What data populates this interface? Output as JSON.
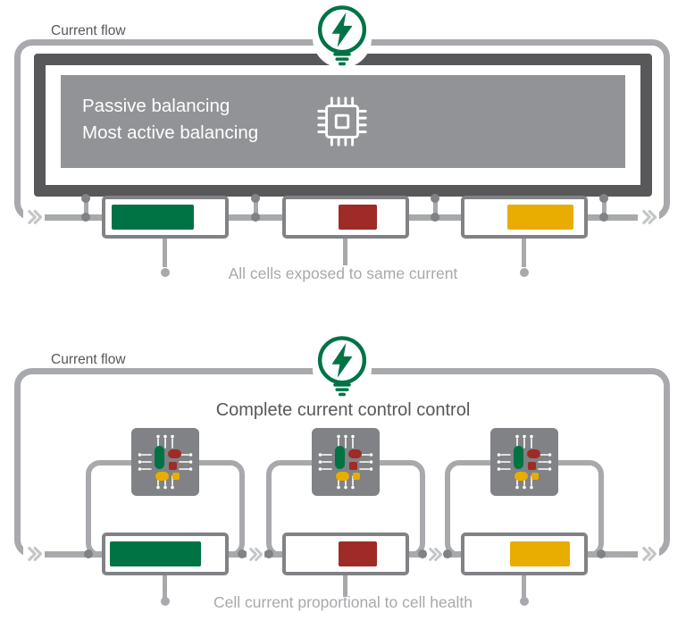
{
  "colors": {
    "wire_gray": "#A7A9AC",
    "dark_gray": "#58585B",
    "box_gray": "#919396",
    "module_gray": "#808285",
    "green": "#007345",
    "red": "#9E2B25",
    "yellow": "#E9AC00",
    "chevron_gray": "#C4C6C8",
    "caption_gray": "#A7A9AC"
  },
  "icons": {
    "lightbulb_bolt": "circle outline with lightning bolt and filament base",
    "cpu_chip": "white outlined processor with pins",
    "balancer_chip": "gray chip module with colored pinwheel logo and pin legs",
    "chevron": "double chevron marking current direction"
  },
  "top_panel": {
    "current_flow_label": "Current flow",
    "box_line1": "Passive balancing",
    "box_line2": "Most active balancing",
    "caption": "All cells exposed to same current",
    "cells": [
      {
        "fill_color": "#007345",
        "fill_left_pct": 5,
        "fill_width_pct": 69
      },
      {
        "fill_color": "#9E2B25",
        "fill_left_pct": 44,
        "fill_width_pct": 32
      },
      {
        "fill_color": "#E9AC00",
        "fill_left_pct": 36,
        "fill_width_pct": 55
      }
    ]
  },
  "bottom_panel": {
    "current_flow_label": "Current flow",
    "title": "Complete current control control",
    "caption": "Cell current proportional to cell health",
    "cells": [
      {
        "fill_color": "#007345",
        "fill_left_pct": 4,
        "fill_width_pct": 76
      },
      {
        "fill_color": "#9E2B25",
        "fill_left_pct": 44,
        "fill_width_pct": 32
      },
      {
        "fill_color": "#E9AC00",
        "fill_left_pct": 38,
        "fill_width_pct": 50
      }
    ]
  }
}
